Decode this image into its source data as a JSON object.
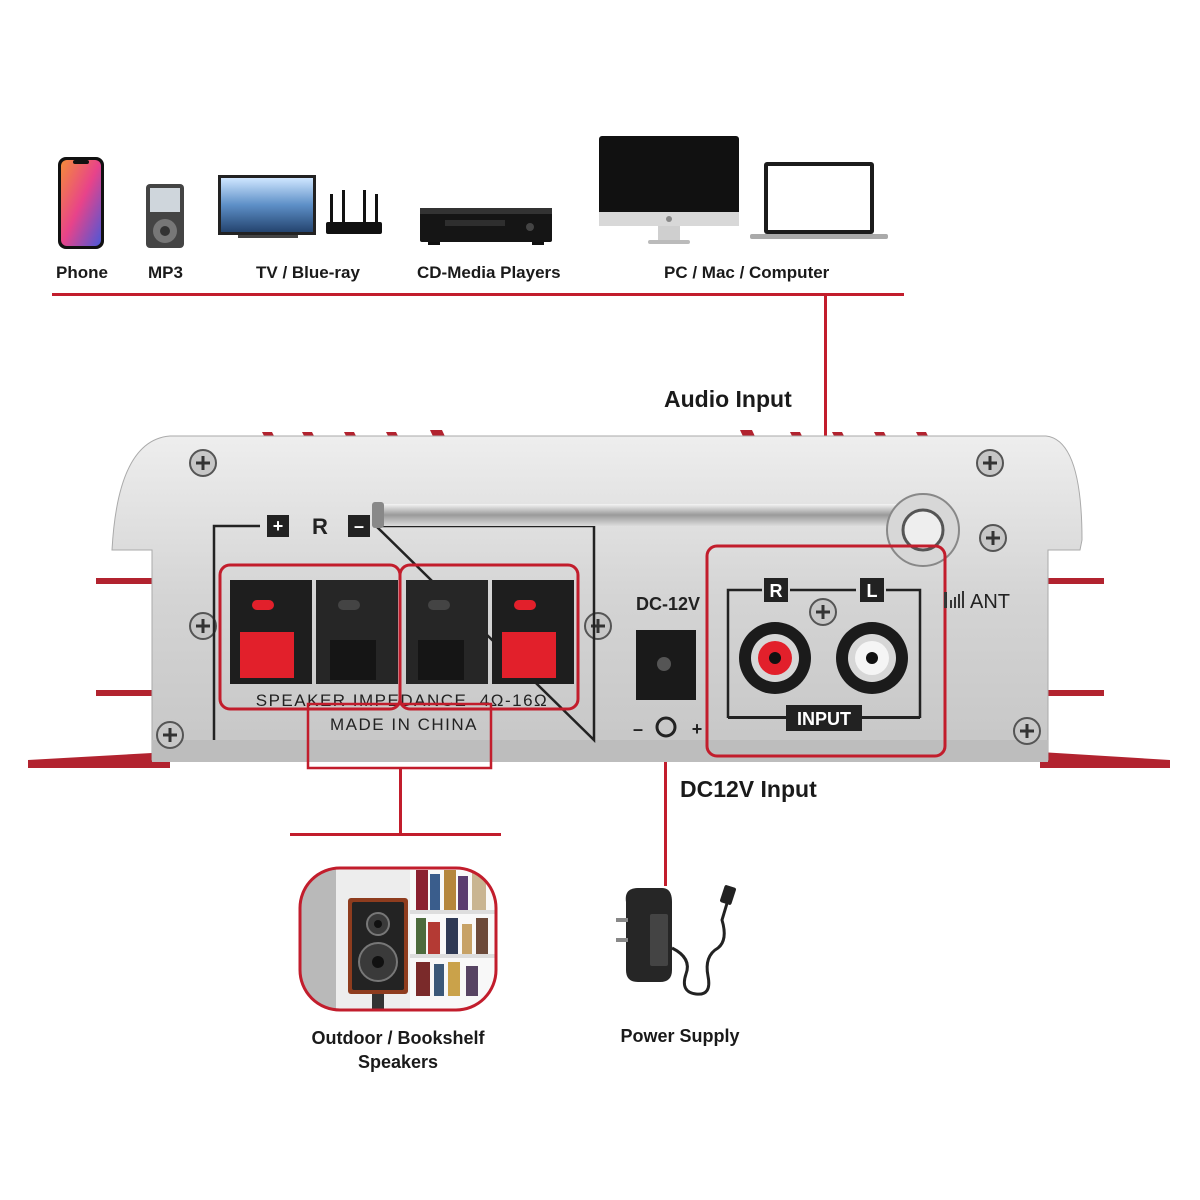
{
  "devices": {
    "phone": "Phone",
    "mp3": "MP3",
    "tv": "TV / Blue-ray",
    "cd": "CD-Media Players",
    "pc": "PC / Mac / Computer"
  },
  "callouts": {
    "audio_input": "Audio Input",
    "dc_input": "DC12V Input"
  },
  "panel": {
    "speaker_impedance": "SPEAKER IMPEDANCE  4Ω-16Ω",
    "made_in": "MADE IN CHINA",
    "dc_label": "DC-12V",
    "polarity_minus": "–",
    "polarity_plus": "+",
    "channel_r": "R",
    "channel_l": "L",
    "input_label": "INPUT",
    "ant_label": "ANT",
    "speaker_r": "R",
    "plus_sign": "+",
    "minus_sign": "–"
  },
  "captions": {
    "speakers_line1": "Outdoor / Bookshelf",
    "speakers_line2": "Speakers",
    "power": "Power Supply"
  },
  "colors": {
    "accent_red": "#c21d2c",
    "panel_silver": "#d9d9d9",
    "terminal_red": "#e2202b"
  }
}
